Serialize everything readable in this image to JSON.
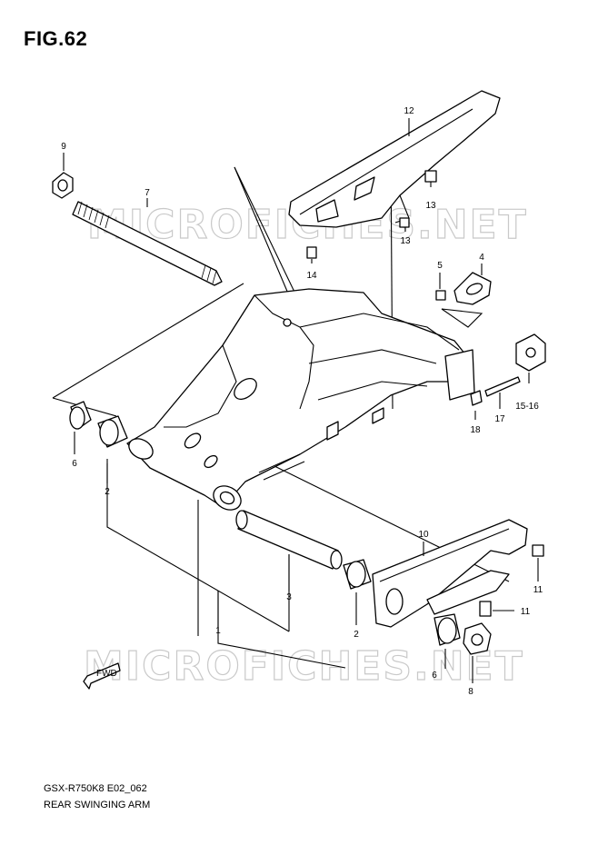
{
  "figure": {
    "title": "FIG.62",
    "code": "GSX-R750K8 E02_062",
    "name": "REAR SWINGING ARM"
  },
  "watermark": {
    "text": "MICROFICHES.NET",
    "color": "#c9c9c9"
  },
  "fwd_symbol": {
    "text": "FWD"
  },
  "callouts": [
    {
      "id": "c1",
      "label": "1"
    },
    {
      "id": "c2a",
      "label": "2"
    },
    {
      "id": "c2b",
      "label": "2"
    },
    {
      "id": "c3",
      "label": "3"
    },
    {
      "id": "c4",
      "label": "4"
    },
    {
      "id": "c5",
      "label": "5"
    },
    {
      "id": "c6a",
      "label": "6"
    },
    {
      "id": "c6b",
      "label": "6"
    },
    {
      "id": "c7",
      "label": "7"
    },
    {
      "id": "c8",
      "label": "8"
    },
    {
      "id": "c9",
      "label": "9"
    },
    {
      "id": "c10",
      "label": "10"
    },
    {
      "id": "c11a",
      "label": "11"
    },
    {
      "id": "c11b",
      "label": "11"
    },
    {
      "id": "c12",
      "label": "12"
    },
    {
      "id": "c13a",
      "label": "13"
    },
    {
      "id": "c13b",
      "label": "13"
    },
    {
      "id": "c14",
      "label": "14"
    },
    {
      "id": "c15",
      "label": "15-16"
    },
    {
      "id": "c17",
      "label": "17"
    },
    {
      "id": "c18",
      "label": "18"
    }
  ]
}
